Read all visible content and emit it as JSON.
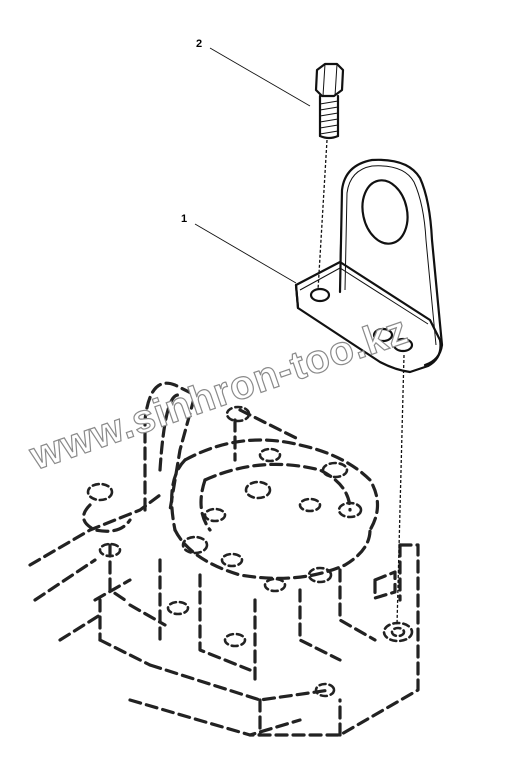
{
  "diagram": {
    "callouts": [
      {
        "id": "1",
        "label": "1",
        "part": "bracket"
      },
      {
        "id": "2",
        "label": "2",
        "part": "bolt"
      }
    ],
    "watermark": "www.sinhron-too.kz",
    "colors": {
      "line": "#111111",
      "background": "#ffffff",
      "watermark_outline": "#8a8a8a"
    }
  }
}
